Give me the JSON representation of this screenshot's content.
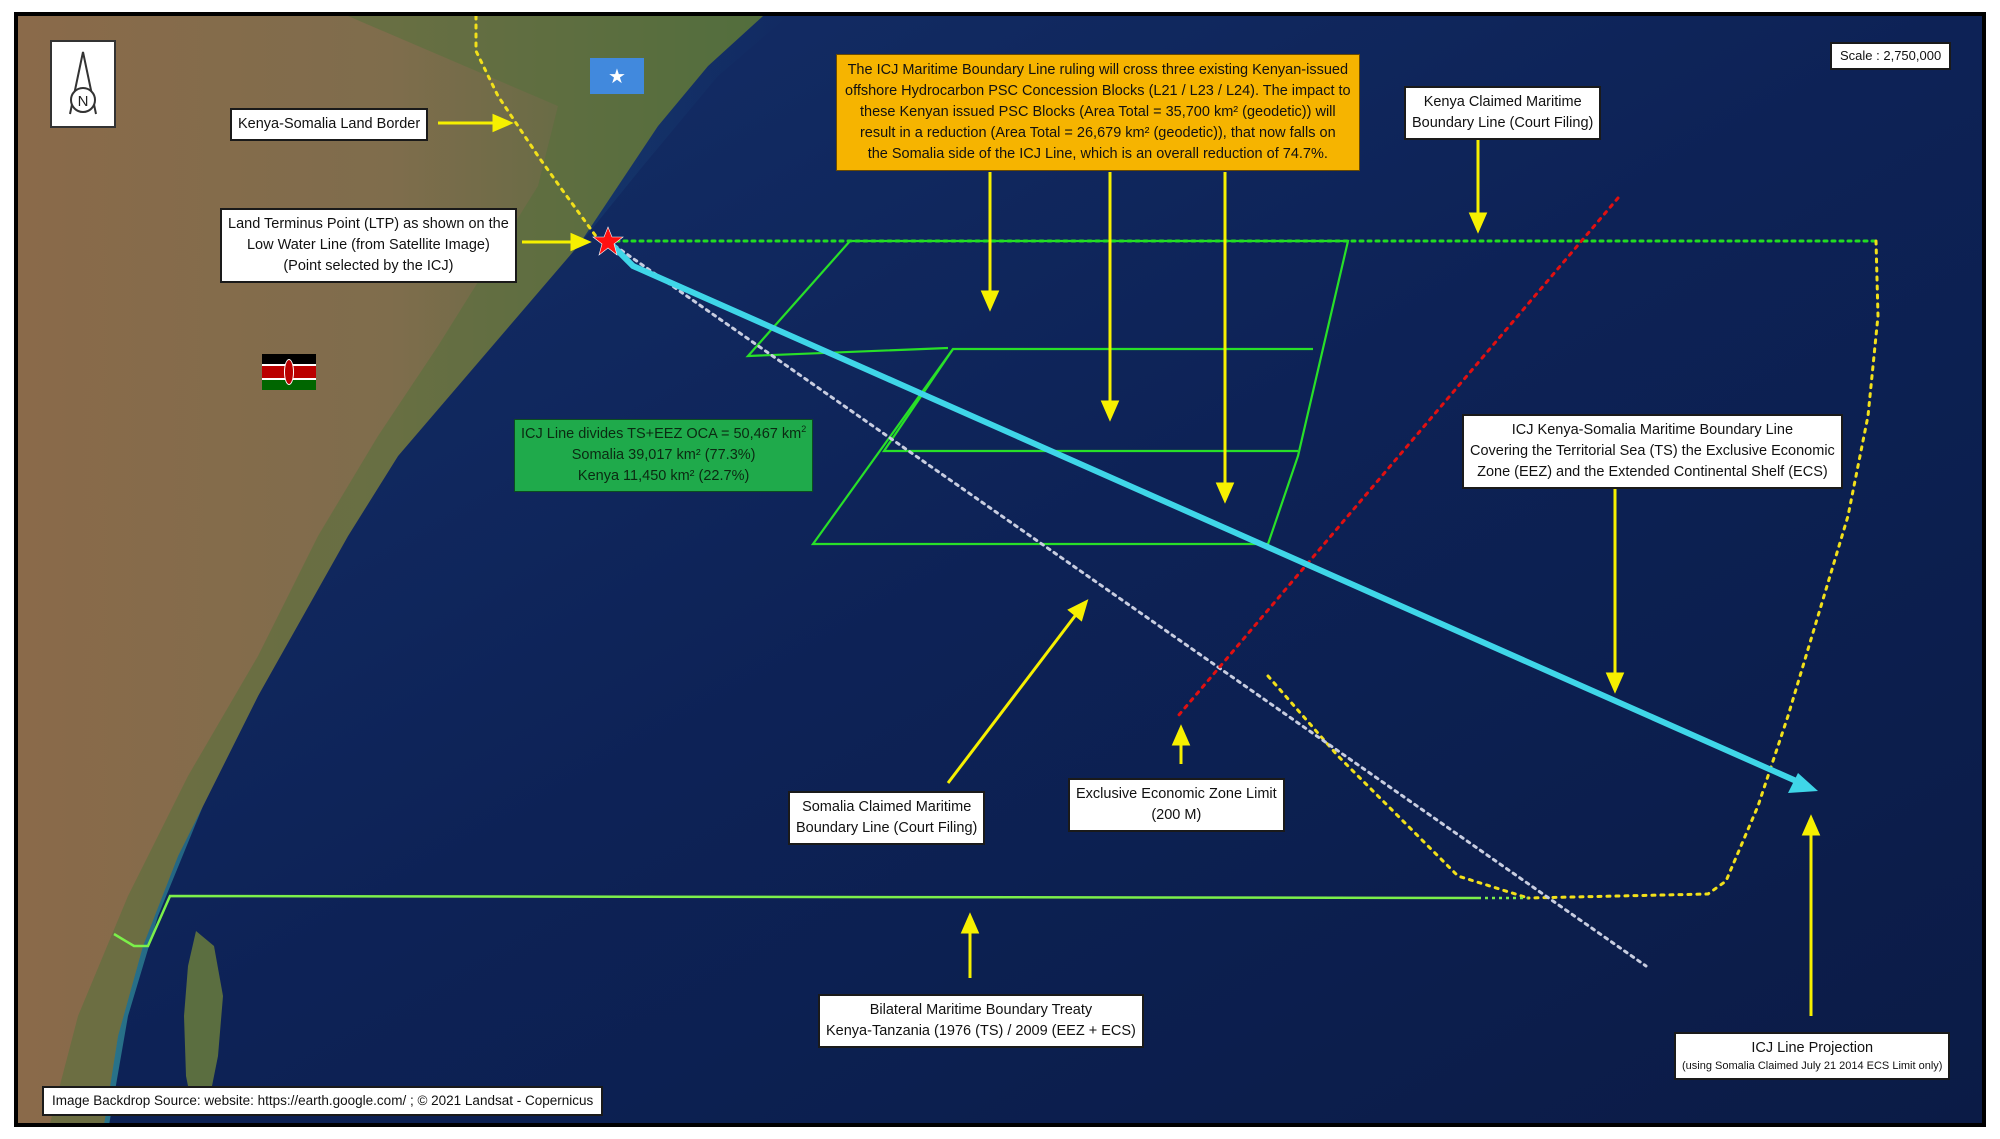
{
  "scale": "Scale : 2,750,000",
  "source": "Image Backdrop Source: website: https://earth.google.com/ ; © 2021 Landsat - Copernicus",
  "north_letter": "N",
  "labels": {
    "land_border": "Kenya-Somalia Land Border",
    "ltp": [
      "Land Terminus Point (LTP) as shown on the",
      "Low Water Line (from Satellite Image)",
      "(Point selected by the ICJ)"
    ],
    "kenya_claim": [
      "Kenya Claimed Maritime",
      "Boundary Line (Court Filing)"
    ],
    "icj_line": [
      "ICJ Kenya-Somalia Maritime Boundary Line",
      "Covering the Territorial Sea (TS) the Exclusive Economic",
      "Zone (EEZ) and the Extended Continental Shelf (ECS)"
    ],
    "somalia_claim": [
      "Somalia Claimed Maritime",
      "Boundary Line (Court Filing)"
    ],
    "eez_limit": [
      "Exclusive Economic Zone Limit",
      "(200 M)"
    ],
    "treaty": [
      "Bilateral Maritime Boundary Treaty",
      "Kenya-Tanzania (1976 (TS) / 2009 (EEZ + ECS)"
    ],
    "projection_title": "ICJ Line Projection",
    "projection_note": "(using Somalia Claimed July 21 2014 ECS Limit only)"
  },
  "psc_note": [
    "The ICJ Maritime Boundary Line ruling will cross three existing Kenyan-issued",
    "offshore Hydrocarbon PSC Concession Blocks (L21 / L23 / L24). The impact to",
    "these Kenyan issued PSC Blocks (Area Total = 35,700 km² (geodetic)) will",
    "result in a reduction (Area Total = 26,679 km² (geodetic)), that now falls on",
    "the Somalia side of the ICJ Line, which is an overall reduction of 74.7%."
  ],
  "oca_note": {
    "line1": "ICJ Line divides TS+EEZ OCA = 50,467 km",
    "line1_sup": "2",
    "line2": "Somalia 39,017 km² (77.3%)",
    "line3": "Kenya 11,450 km² (22.7%)"
  },
  "colors": {
    "icj_line": "#3fd6e8",
    "kenya_claim": "#22dd22",
    "somalia_claim": "#c8cde0",
    "eez_limit": "#e01010",
    "ecs_limit": "#f2e01a",
    "treaty": "#7cf04a",
    "psc_blocks": "#28e028",
    "arrows": "#f6f000",
    "ltp_star": "#ff1010"
  },
  "icons": [
    "north-arrow-icon",
    "somalia-flag-icon",
    "kenya-flag-icon",
    "star-icon"
  ]
}
